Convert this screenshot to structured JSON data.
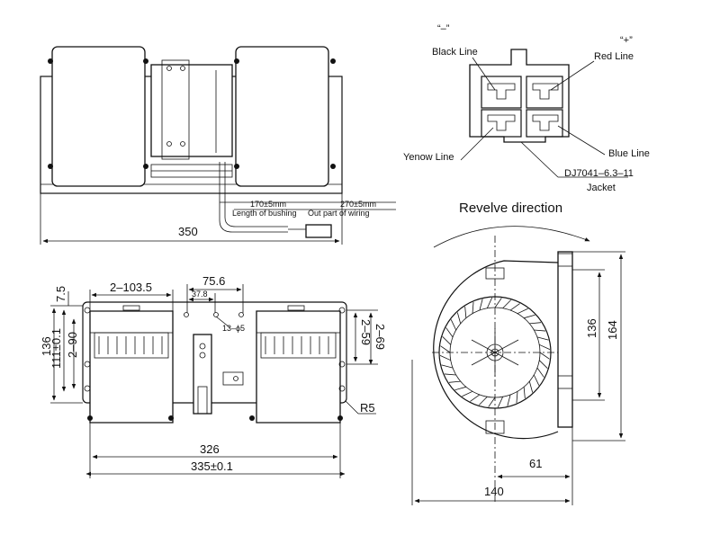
{
  "top_view": {
    "length_dim": "350",
    "bushing_dim": "170±5mm",
    "bushing_label": "Length of bushing",
    "wiring_dim": "270±5mm",
    "wiring_label": "Out part of wiring"
  },
  "connector": {
    "minus_mark": "“–”",
    "plus_mark": "“+”",
    "black_line": "Black Line",
    "red_line": "Red Line",
    "yellow_line": "Yenow Line",
    "blue_line": "Blue Line",
    "part_number": "DJ7041–6.3–11",
    "jacket": "Jacket"
  },
  "front_view": {
    "dim_2_103_5": "2–103.5",
    "dim_75_6": "75.6",
    "dim_37_8": "37.8",
    "dim_13_phi5": "13–ϕ5",
    "dim_7_5": "7.5",
    "dim_136": "136",
    "dim_111": "111±0.1",
    "dim_2_90": "2–90",
    "dim_2_59": "2–59",
    "dim_2_69": "2–69",
    "dim_r5": "R5",
    "dim_326": "326",
    "dim_335": "335±0.1"
  },
  "side_view": {
    "title": "Revelve direction",
    "dim_136": "136",
    "dim_164": "164",
    "dim_61": "61",
    "dim_140": "140"
  }
}
